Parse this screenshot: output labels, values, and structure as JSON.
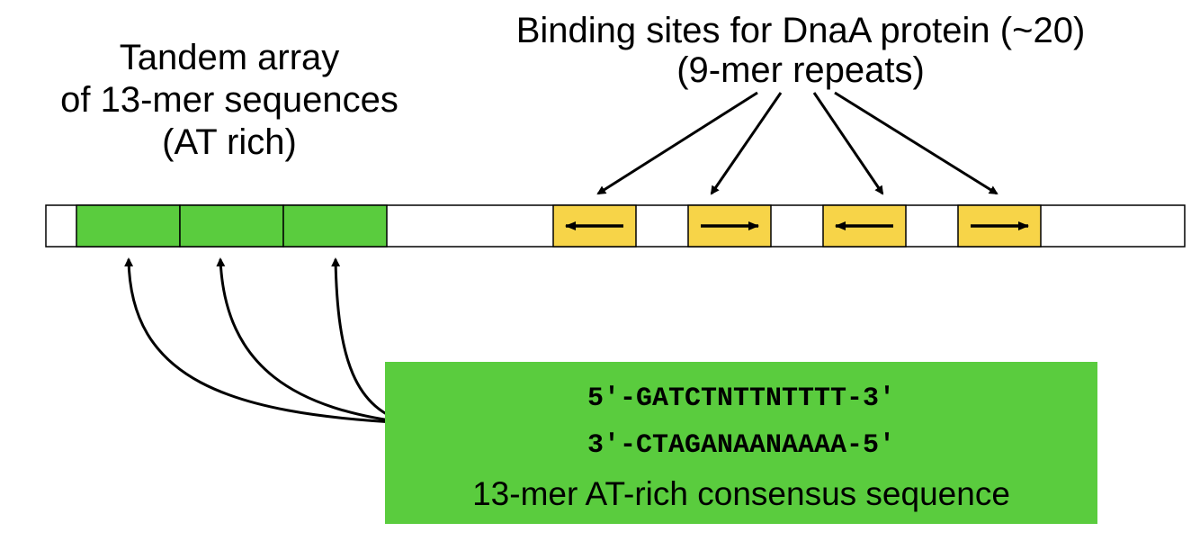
{
  "labels": {
    "tandem_array": [
      "Tandem array",
      "of 13-mer sequences",
      "(AT rich)"
    ],
    "dnaa_sites": [
      "Binding sites for DnaA protein (~20)",
      "(9-mer repeats)"
    ]
  },
  "consensus": {
    "top_strand": "5′-GATCTNTTNTTTT-3′",
    "bottom_strand": "3′-CTAGANAANAAAA-5′",
    "caption": "13-mer AT-rich consensus sequence"
  },
  "diagram": {
    "thirteen_mer_count": 3,
    "dnaa_sites": [
      {
        "orientation": "left"
      },
      {
        "orientation": "right"
      },
      {
        "orientation": "left"
      },
      {
        "orientation": "right"
      }
    ]
  },
  "colors": {
    "thirteen_mer_fill": "#5acc3e",
    "dnaa_site_fill": "#f7d448",
    "dna_bar_fill": "#ffffff",
    "line": "#000000"
  }
}
